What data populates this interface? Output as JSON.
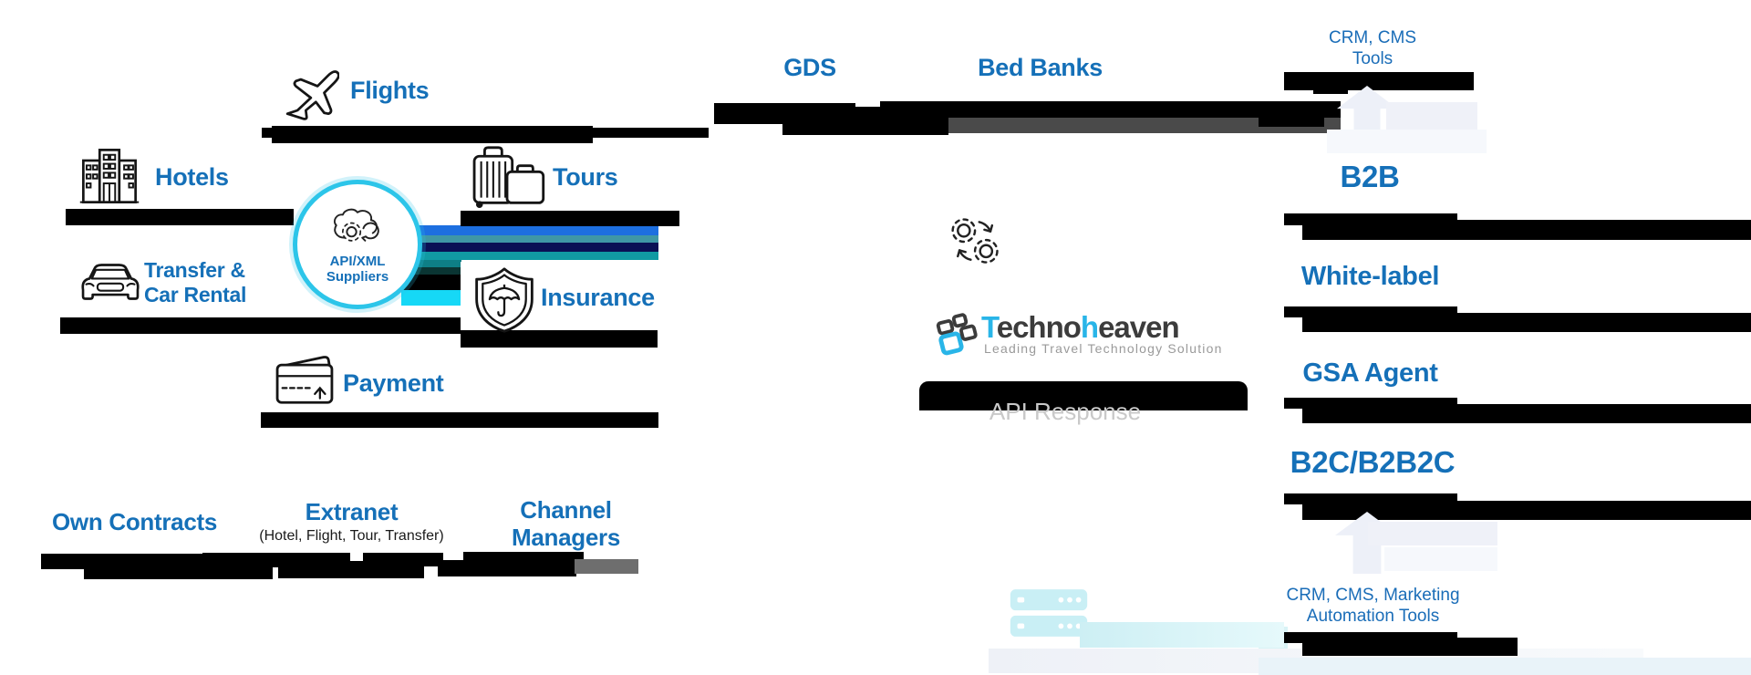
{
  "palette": {
    "heading_blue": "#1570b8",
    "regular_blue": "#1a6db8",
    "ring_cyan": "#2cc5e9",
    "logo_cyan": "#29b5e8",
    "logo_gray": "#3c3c3c",
    "tagline_gray": "#9a9a9a",
    "api_response_text": "#c9c9c9",
    "redaction_black": "#000000",
    "stripe_blue": "#1d6fe0",
    "stripe_teal": "#3f97a6",
    "stripe_navy": "#0a1055",
    "stripe_teal2": "#119aa3",
    "stripe_teal3": "#0e7f86",
    "stripe_darkteal": "#0a3533",
    "stripe_cyan": "#16d8f6",
    "ghost_gray": "#edf0f8",
    "pale_cyan": "#c9eff5"
  },
  "hub": {
    "line1": "API/XML",
    "line2": "Suppliers"
  },
  "suppliers": {
    "flights": "Flights",
    "hotels": "Hotels",
    "tours": "Tours",
    "transfer_line1": "Transfer &",
    "transfer_line2": "Car Rental",
    "insurance": "Insurance",
    "payment": "Payment"
  },
  "top_sources": {
    "gds": "GDS",
    "bed_banks": "Bed Banks"
  },
  "bottom_sources": {
    "own_contracts": "Own Contracts",
    "extranet": "Extranet",
    "extranet_sub": "(Hotel, Flight, Tour, Transfer)",
    "channel_line1": "Channel",
    "channel_line2": "Managers"
  },
  "brand": {
    "t": "T",
    "echno": "echno",
    "h": "h",
    "eaven": "eaven",
    "tagline": "Leading Travel Technology Solution"
  },
  "center": {
    "api_response": "API Response"
  },
  "products": {
    "crm_top_line1": "CRM, CMS",
    "crm_top_line2": "Tools",
    "b2b": "B2B",
    "white_label": "White-label",
    "gsa_agent": "GSA Agent",
    "b2c": "B2C/B2B2C",
    "crm_bottom_line1": "CRM, CMS, Marketing",
    "crm_bottom_line2": "Automation Tools"
  },
  "icons": {
    "plane-icon": "outline airplane",
    "hotel-icon": "outline hotel building",
    "car-icon": "outline car front",
    "luggage-icon": "outline suitcases",
    "shield-umbrella-icon": "insurance shield with umbrella",
    "credit-card-icon": "payment card",
    "cloud-gear-icon": "cloud with gear and arrow",
    "gears-sync-icon": "two gears with sync arrows",
    "brand-squares-icon": "four tilted squares logo mark",
    "server-icon": "pale cyan server stack"
  }
}
